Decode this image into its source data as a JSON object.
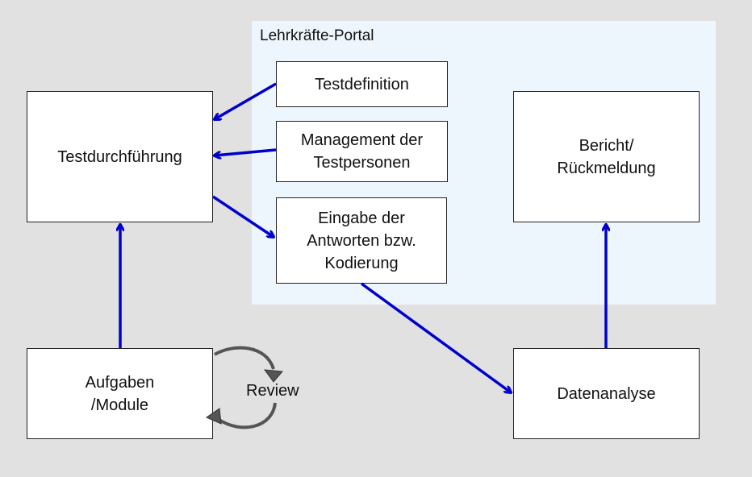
{
  "portal": {
    "title": "Lehrkräfte-Portal"
  },
  "boxes": {
    "testdurchfuehrung": {
      "lines": [
        "Testdurchführung"
      ]
    },
    "testdefinition": {
      "lines": [
        "Testdefinition"
      ]
    },
    "management": {
      "lines": [
        "Management der",
        "Testpersonen"
      ]
    },
    "eingabe": {
      "lines": [
        "Eingabe der",
        "Antworten bzw.",
        "Kodierung"
      ]
    },
    "bericht": {
      "lines": [
        "Bericht/",
        "Rückmeldung"
      ]
    },
    "aufgaben": {
      "lines": [
        "Aufgaben",
        "/Module"
      ]
    },
    "datenanalyse": {
      "lines": [
        "Datenanalyse"
      ]
    }
  },
  "review": {
    "label": "Review"
  },
  "colors": {
    "arrow": "#0000cc",
    "cycle_arrow": "#555555",
    "portal_bg": "#eef6fd",
    "background": "#e1e1e1"
  }
}
